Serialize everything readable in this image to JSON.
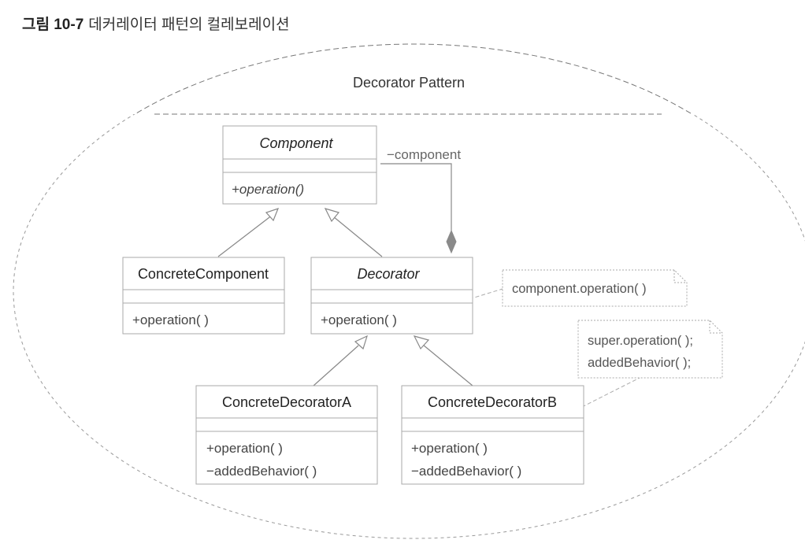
{
  "caption": {
    "number": "그림 10-7",
    "text": "데커레이터 패턴의 컬레보레이션"
  },
  "collaboration": {
    "title": "Decorator Pattern"
  },
  "classes": {
    "component": {
      "name": "Component",
      "operations": [
        "+operation()"
      ],
      "abstract": true
    },
    "concrete_component": {
      "name": "ConcreteComponent",
      "operations": [
        "+operation( )"
      ],
      "abstract": false
    },
    "decorator": {
      "name": "Decorator",
      "operations": [
        "+operation( )"
      ],
      "abstract": true
    },
    "concrete_decorator_a": {
      "name": "ConcreteDecoratorA",
      "operations": [
        "+operation( )",
        "−addedBehavior( )"
      ],
      "abstract": false
    },
    "concrete_decorator_b": {
      "name": "ConcreteDecoratorB",
      "operations": [
        "+operation( )",
        "−addedBehavior( )"
      ],
      "abstract": false
    }
  },
  "association": {
    "role": "−component",
    "from": "Decorator",
    "to": "Component",
    "kind": "aggregation"
  },
  "generalizations": [
    {
      "child": "ConcreteComponent",
      "parent": "Component"
    },
    {
      "child": "Decorator",
      "parent": "Component"
    },
    {
      "child": "ConcreteDecoratorA",
      "parent": "Decorator"
    },
    {
      "child": "ConcreteDecoratorB",
      "parent": "Decorator"
    }
  ],
  "notes": {
    "decorator_note": {
      "lines": [
        "component.operation( )"
      ],
      "attached_to": "Decorator.operation"
    },
    "decorator_b_note": {
      "lines": [
        "super.operation( );",
        "addedBehavior( );"
      ],
      "attached_to": "ConcreteDecoratorB.operation"
    }
  }
}
